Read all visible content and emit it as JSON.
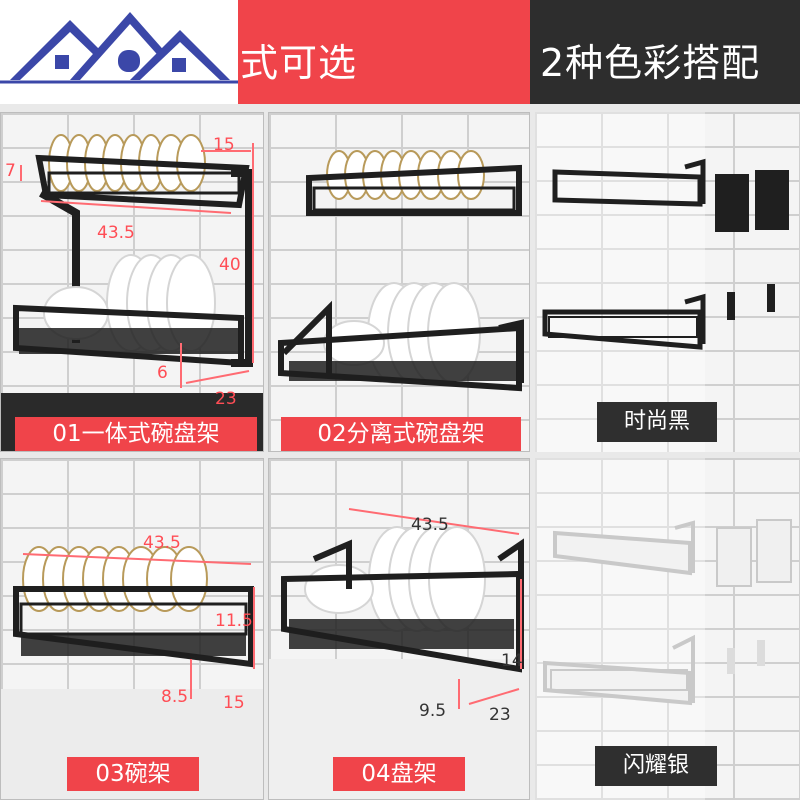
{
  "header": {
    "left_title": "式可选",
    "right_title": "2种色彩搭配"
  },
  "panels": {
    "p1": {
      "label": "01一体式碗盘架",
      "dims": {
        "depth_top": "15",
        "tier_gap": "7",
        "width": "43.5",
        "height": "40",
        "base_h": "6",
        "depth": "23"
      }
    },
    "p2": {
      "label": "02分离式碗盘架"
    },
    "p3": {
      "label": "03碗架",
      "dims": {
        "width": "43.5",
        "height": "11.5",
        "base_h": "8.5",
        "depth": "15"
      }
    },
    "p4": {
      "label": "04盘架",
      "dims": {
        "width": "43.5",
        "height": "14",
        "base_h": "9.5",
        "depth": "23"
      }
    },
    "color_black": {
      "label": "时尚黑"
    },
    "color_silver": {
      "label": "闪耀银"
    }
  },
  "colors": {
    "accent": "#f0444a",
    "dark": "#2d2d2d",
    "logo_blue": "#3b47a8",
    "rack_black": "#1f1f1f",
    "rack_silver": "#e6e6e6"
  }
}
